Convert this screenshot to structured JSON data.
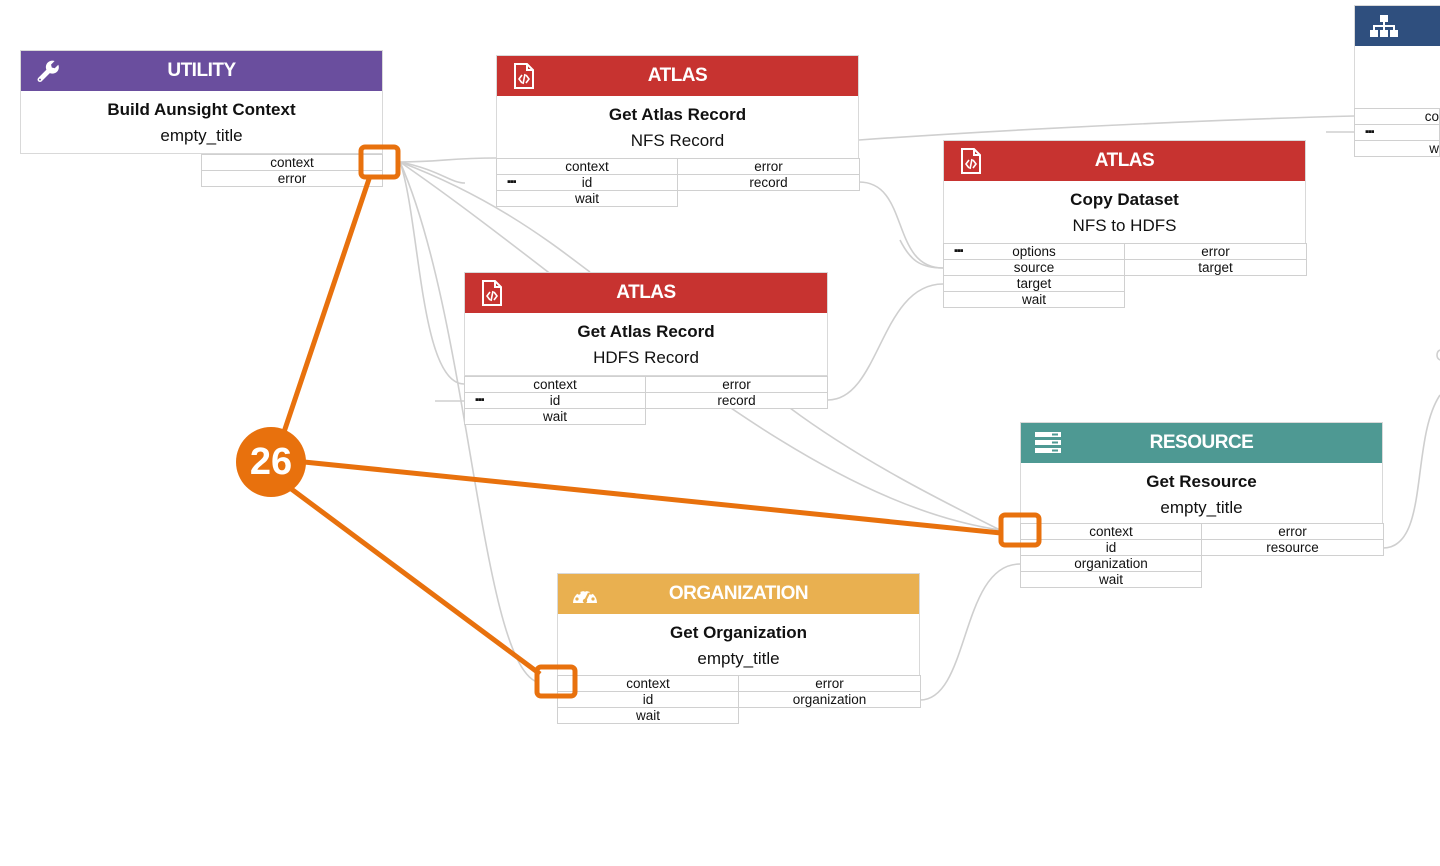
{
  "colors": {
    "utility": "#6a4e9e",
    "atlas": "#c73330",
    "resource": "#4e9993",
    "organization": "#e9b050",
    "partial": "#2f4f7e",
    "highlight": "#e8710d",
    "wire": "#cfcfcf"
  },
  "nodes": {
    "utility": {
      "category": "UTILITY",
      "icon": "wrench-icon",
      "title": "Build Aunsight Context",
      "subtitle": "empty_title",
      "inputs": [],
      "outputs": [
        "context",
        "error"
      ]
    },
    "atlas_nfs": {
      "category": "ATLAS",
      "icon": "code-document-icon",
      "title": "Get Atlas Record",
      "subtitle": "NFS Record",
      "inputs": [
        "context",
        "id",
        "wait"
      ],
      "outputs": [
        "error",
        "record"
      ]
    },
    "atlas_copy": {
      "category": "ATLAS",
      "icon": "code-document-icon",
      "title": "Copy Dataset",
      "subtitle": "NFS to HDFS",
      "inputs": [
        "options",
        "source",
        "target",
        "wait"
      ],
      "outputs": [
        "error",
        "target"
      ]
    },
    "atlas_hdfs": {
      "category": "ATLAS",
      "icon": "code-document-icon",
      "title": "Get Atlas Record",
      "subtitle": "HDFS Record",
      "inputs": [
        "context",
        "id",
        "wait"
      ],
      "outputs": [
        "error",
        "record"
      ]
    },
    "resource": {
      "category": "RESOURCE",
      "icon": "server-icon",
      "title": "Get Resource",
      "subtitle": "empty_title",
      "inputs": [
        "context",
        "id",
        "organization",
        "wait"
      ],
      "outputs": [
        "error",
        "resource"
      ]
    },
    "organization": {
      "category": "ORGANIZATION",
      "icon": "dashboard-gauge-icon",
      "title": "Get Organization",
      "subtitle": "empty_title",
      "inputs": [
        "context",
        "id",
        "wait"
      ],
      "outputs": [
        "error",
        "organization"
      ]
    },
    "partial": {
      "icon": "sitemap-icon",
      "ports_left": [
        "co",
        "w"
      ]
    }
  },
  "more_indicator": "▪▪▪",
  "callout": {
    "number": "26"
  }
}
